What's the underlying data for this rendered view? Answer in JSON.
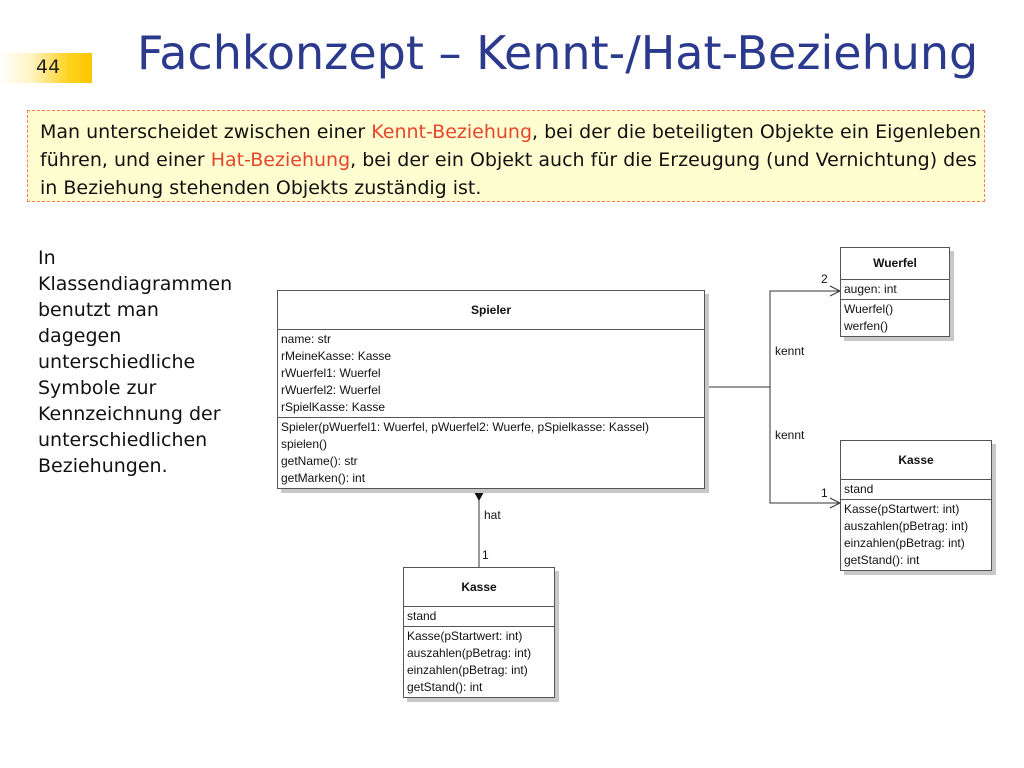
{
  "slide_number": "44",
  "title": "Fachkonzept – Kennt-/Hat-Beziehung",
  "intro": {
    "part1": "Man unterscheidet zwischen einer ",
    "kennt": "Kennt-Beziehung",
    "part2": ", bei der die beteiligten Objekte ein Eigenleben führen, und einer ",
    "hat": "Hat-Beziehung",
    "part3": ", bei der ein Objekt auch für die Erzeugung (und Vernichtung) des in Beziehung stehenden Objekts zuständig ist."
  },
  "side_text": "In Klassendiagrammen benutzt man dagegen unterschiedliche Symbole zur Kennzeichnung der unterschiedlichen Beziehungen.",
  "classes": {
    "spieler": {
      "name": "Spieler",
      "attributes": [
        "name: str",
        "rMeineKasse: Kasse",
        "rWuerfel1: Wuerfel",
        "rWuerfel2: Wuerfel",
        "rSpielKasse: Kasse"
      ],
      "methods": [
        "Spieler(pWuerfel1: Wuerfel, pWuerfel2: Wuerfe, pSpielkasse: Kassel)",
        "spielen()",
        "getName(): str",
        "getMarken(): int"
      ]
    },
    "wuerfel": {
      "name": "Wuerfel",
      "attributes": [
        "augen: int"
      ],
      "methods": [
        "Wuerfel()",
        "werfen()"
      ]
    },
    "kasse_right": {
      "name": "Kasse",
      "attributes": [
        "stand"
      ],
      "methods": [
        "Kasse(pStartwert: int)",
        "auszahlen(pBetrag: int)",
        "einzahlen(pBetrag: int)",
        "getStand(): int"
      ]
    },
    "kasse_bottom": {
      "name": "Kasse",
      "attributes": [
        "stand"
      ],
      "methods": [
        "Kasse(pStartwert: int)",
        "auszahlen(pBetrag: int)",
        "einzahlen(pBetrag: int)",
        "getStand(): int"
      ]
    }
  },
  "relations": {
    "kennt_top": "kennt",
    "kennt_bottom": "kennt",
    "mult_wuerfel": "2",
    "mult_kasse_right": "1",
    "hat": "hat",
    "mult_kasse_bottom": "1"
  }
}
